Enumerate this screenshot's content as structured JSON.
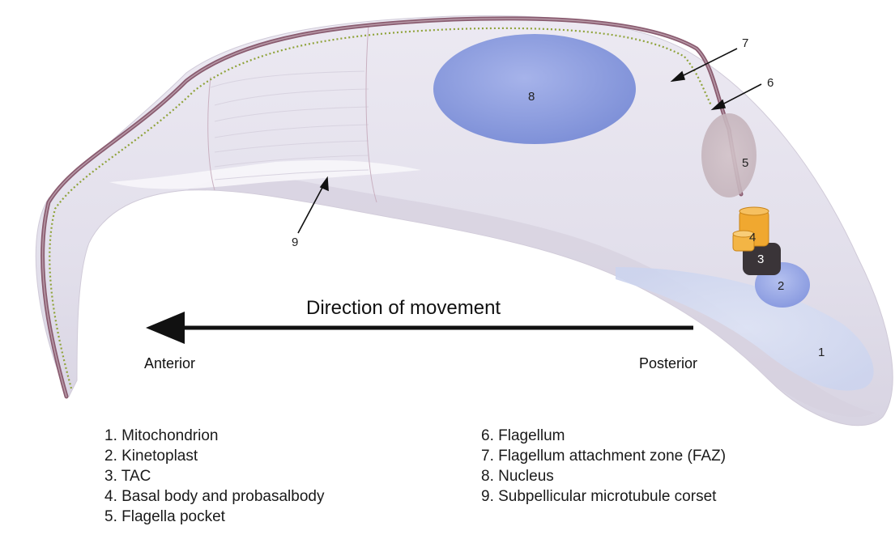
{
  "labels": {
    "direction": "Direction of movement",
    "anterior": "Anterior",
    "posterior": "Posterior"
  },
  "markers": {
    "m1": "1",
    "m2": "2",
    "m3": "3",
    "m4": "4",
    "m5": "5",
    "m6": "6",
    "m7": "7",
    "m8": "8",
    "m9": "9"
  },
  "legend": {
    "left": [
      "1. Mitochondrion",
      "2. Kinetoplast",
      "3. TAC",
      "4. Basal body and probasalbody",
      "5. Flagella pocket"
    ],
    "right": [
      "6. Flagellum",
      "7. Flagellum attachment zone (FAZ)",
      "8. Nucleus",
      "9. Subpellicular microtubule corset"
    ]
  },
  "colors": {
    "cell_body": "#e6e3ee",
    "flagellum": "#8a5c70",
    "faz_dots": "#8fa33a",
    "nucleus": "#8e9fdf",
    "kinetoplast": "#9aaae6",
    "basal_body": "#f0a830",
    "tac": "#3a3438",
    "arrow": "#111111"
  }
}
